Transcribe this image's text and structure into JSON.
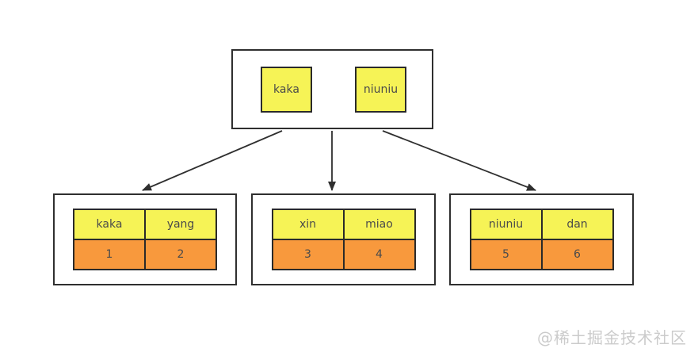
{
  "diagram": {
    "type": "tree",
    "root": {
      "keys": [
        "kaka",
        "niuniu"
      ]
    },
    "children": [
      {
        "headers": [
          "kaka",
          "yang"
        ],
        "values": [
          "1",
          "2"
        ]
      },
      {
        "headers": [
          "xin",
          "miao"
        ],
        "values": [
          "3",
          "4"
        ]
      },
      {
        "headers": [
          "niuniu",
          "dan"
        ],
        "values": [
          "5",
          "6"
        ]
      }
    ],
    "edges": [
      {
        "from": "root",
        "to": "child-0"
      },
      {
        "from": "root",
        "to": "child-1"
      },
      {
        "from": "root",
        "to": "child-2"
      }
    ],
    "colors": {
      "key_fill": "#f6f356",
      "value_fill": "#f8993d",
      "border": "#2f2f2f",
      "arrow": "#2f2f2f",
      "text": "#4b4b4b"
    }
  },
  "watermark": {
    "text": "@稀土掘金技术社区",
    "color": "#cbcbcb"
  }
}
